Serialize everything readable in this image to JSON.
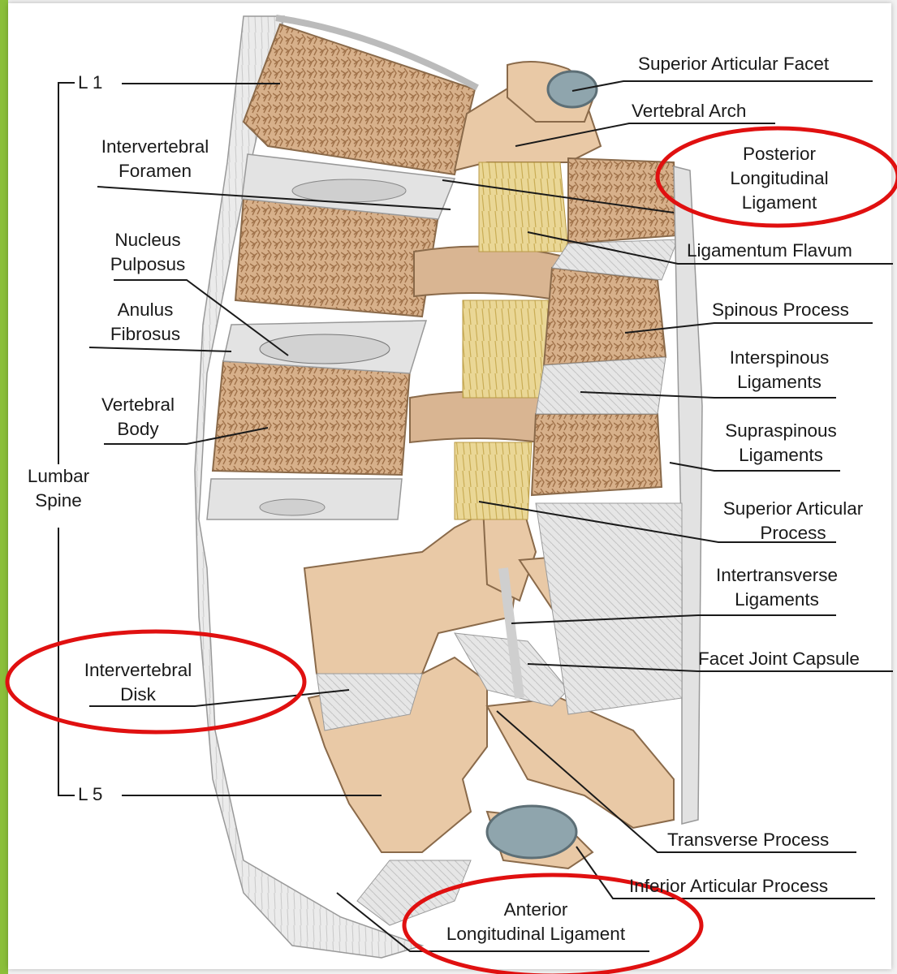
{
  "labels": {
    "l1": "L 1",
    "l5": "L 5",
    "lumbar_spine": [
      "Lumbar",
      "Spine"
    ],
    "intervertebral_foramen": [
      "Intervertebral",
      "Foramen"
    ],
    "nucleus_pulposus": [
      "Nucleus",
      "Pulposus"
    ],
    "anulus_fibrosus": [
      "Anulus",
      "Fibrosus"
    ],
    "vertebral_body": [
      "Vertebral",
      "Body"
    ],
    "intervertebral_disk": [
      "Intervertebral",
      "Disk"
    ],
    "superior_articular_facet": "Superior Articular Facet",
    "vertebral_arch": "Vertebral Arch",
    "posterior_longitudinal_ligament": [
      "Posterior",
      "Longitudinal",
      "Ligament"
    ],
    "ligamentum_flavum": "Ligamentum Flavum",
    "spinous_process": "Spinous Process",
    "interspinous_ligaments": [
      "Interspinous",
      "Ligaments"
    ],
    "supraspinous_ligaments": [
      "Supraspinous",
      "Ligaments"
    ],
    "superior_articular_process": [
      "Superior Articular",
      "Process"
    ],
    "intertransverse_ligaments": [
      "Intertransverse",
      "Ligaments"
    ],
    "facet_joint_capsule": "Facet Joint Capsule",
    "transverse_process": "Transverse Process",
    "inferior_articular_process": "Inferior Articular Process",
    "anterior_longitudinal_ligament": [
      "Anterior",
      "Longitudinal Ligament"
    ]
  },
  "colors": {
    "bone": "#e9c9a6",
    "bone_dark": "#c99e74",
    "spongy": "#b88a5e",
    "disc": "#dcdcdc",
    "ligament_flavum": "#e6d28a",
    "ligament_white": "#e4e4e4",
    "facet_cartilage": "#8fa5ad",
    "highlight_red": "#e01010",
    "green_bar": "#8bbf3a"
  },
  "highlighted": [
    "Posterior Longitudinal Ligament",
    "Intervertebral Disk",
    "Anterior Longitudinal Ligament"
  ]
}
